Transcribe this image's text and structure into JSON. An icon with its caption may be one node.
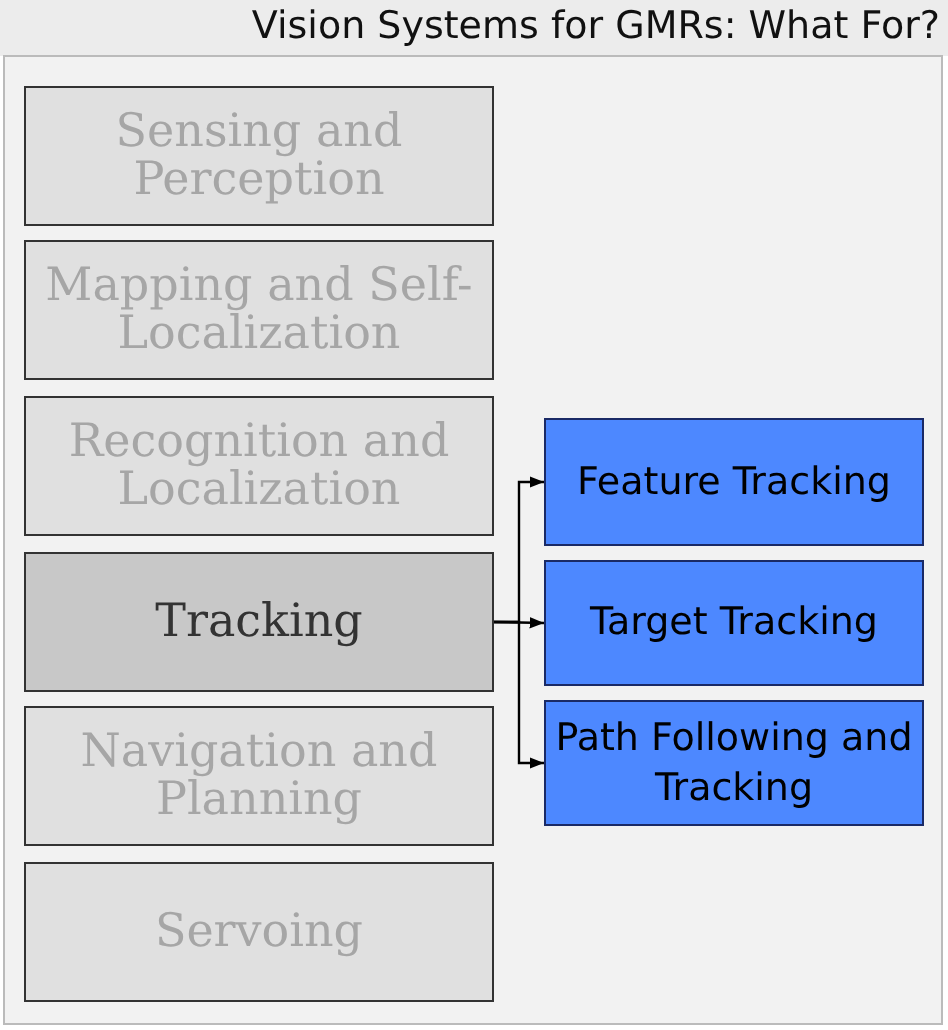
{
  "diagram": {
    "title": "Vision Systems for GMRs: What For?",
    "nodes": [
      {
        "text": [
          "Sensing and Perception"
        ]
      },
      {
        "text": [
          "Mapping and Self-Localization"
        ]
      },
      {
        "text": [
          "Recognition and Localization"
        ]
      },
      {
        "text": [
          "Tracking"
        ]
      },
      {
        "text": [
          "Navigation and Planning"
        ]
      },
      {
        "text": [
          "Servoing"
        ]
      },
      {
        "text": [
          "Feature Tracking"
        ]
      },
      {
        "text": [
          "Target Tracking"
        ]
      },
      {
        "text": [
          "Path Following and Tracking"
        ]
      }
    ],
    "edges": [
      {
        "from": 3,
        "to": 6,
        "arrow": "to"
      },
      {
        "from": 3,
        "to": 7,
        "arrow": "to"
      },
      {
        "from": 3,
        "to": 8,
        "arrow": "to"
      }
    ]
  }
}
